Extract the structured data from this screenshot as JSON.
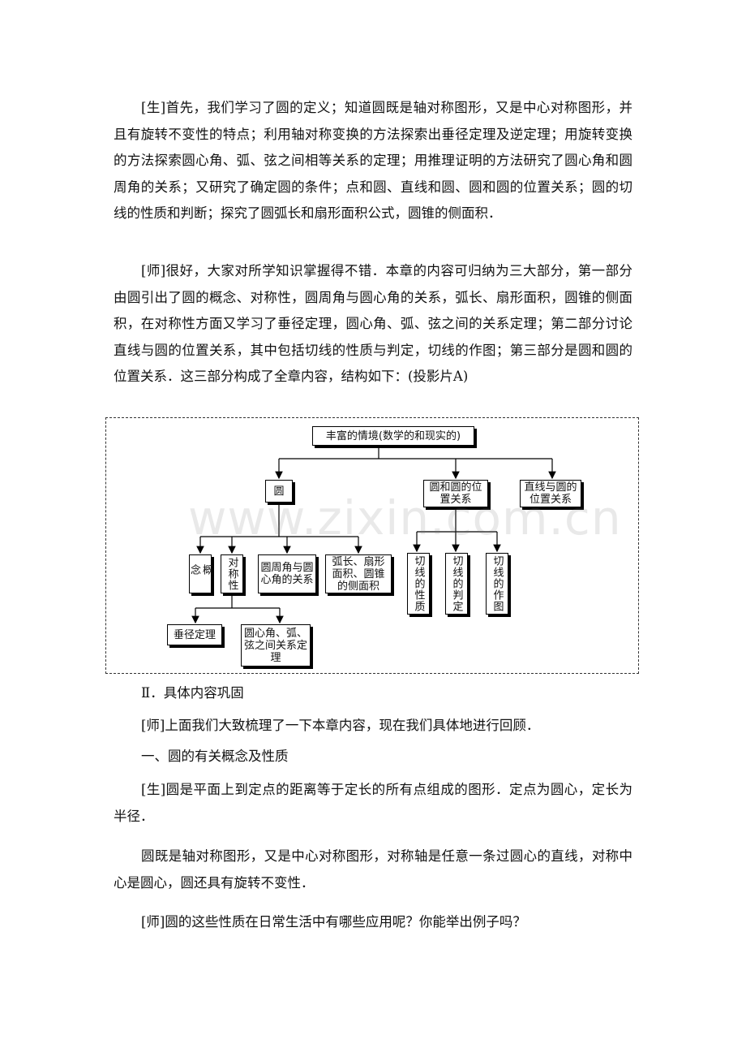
{
  "paragraphs": {
    "p1": "[生]首先，我们学习了圆的定义；知道圆既是轴对称图形，又是中心对称图形，并且有旋转不变性的特点；利用轴对称变换的方法探索出垂径定理及逆定理；用旋转变换的方法探索圆心角、弧、弦之间相等关系的定理；用推理证明的方法研究了圆心角和圆周角的关系；又研究了确定圆的条件；点和圆、直线和圆、圆和圆的位置关系；圆的切线的性质和判断；探究了圆弧长和扇形面积公式，圆锥的侧面积．",
    "p2": "[师]很好，大家对所学知识掌握得不错．本章的内容可归纳为三大部分，第一部分由圆引出了圆的概念、对称性，圆周角与圆心角的关系，弧长、扇形面积，圆锥的侧面积，在对称性方面又学习了垂径定理，圆心角、弧、弦之间的关系定理；第二部分讨论直线与圆的位置关系，其中包括切线的性质与判定，切线的作图；第三部分是圆和圆的位置关系．这三部分构成了全章内容，结构如下：(投影片A)",
    "section2": "Ⅱ．具体内容巩固",
    "p3": "[师]上面我们大致梳理了一下本章内容，现在我们具体地进行回顾．",
    "section_one": "一、圆的有关概念及性质",
    "p4": "[生]圆是平面上到定点的距离等于定长的所有点组成的图形．定点为圆心，定长为半径．",
    "p5": "圆既是轴对称图形，又是中心对称图形，对称轴是任意一条过圆心的直线，对称中心是圆心，圆还具有旋转不变性．",
    "p6": "[师]圆的这些性质在日常生活中有哪些应用呢？你能举出例子吗？"
  },
  "diagram": {
    "root": "丰富的情境(数学的和现实的)",
    "circle": "圆",
    "circle_circle": "圆和圆的位置关系",
    "line_circle": "直线与圆的位置关系",
    "concept": "概念",
    "symmetry": "对称性",
    "inscribed_central": "圆周角与圆心角的关系",
    "arc_sector": "弧长、扇形面积、圆锥的侧面积",
    "tangent_property": "切线的性质",
    "tangent_judge": "切线的判定",
    "tangent_draw": "切线的作图",
    "perp_diameter": "垂径定理",
    "central_arc_chord": "圆心角、弧、弦之间关系定理"
  },
  "watermark": "www.zixin.com.cn"
}
